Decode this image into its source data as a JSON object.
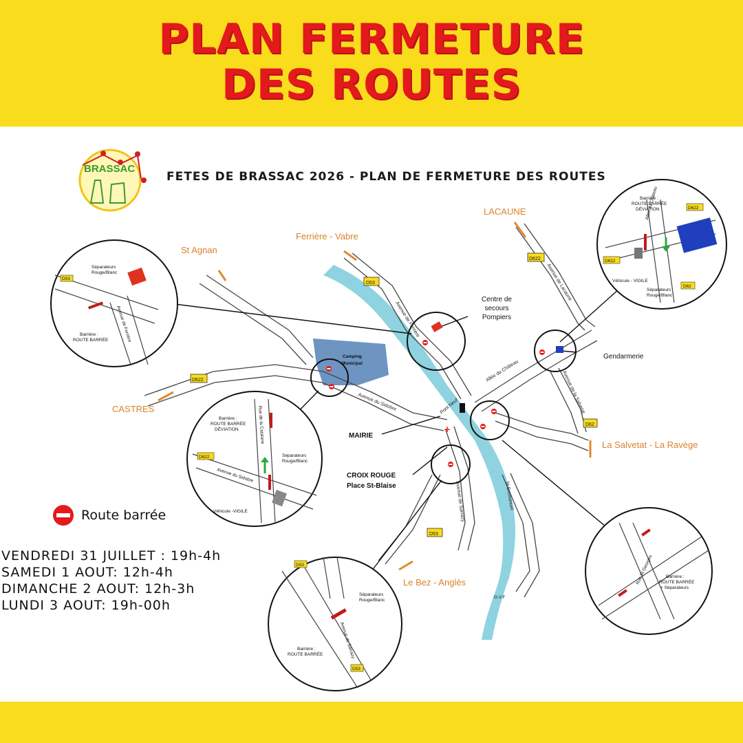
{
  "header": {
    "title_line1": "PLAN FERMETURE",
    "title_line2": "DES ROUTES"
  },
  "map": {
    "title": "FETES DE BRASSAC 2026 - PLAN DE FERMETURE DES ROUTES",
    "logo_text": "BRASSAC",
    "places": {
      "st_agnan": "St Agnan",
      "ferriere": "Ferrière - Vabre",
      "lacaune": "LACAUNE",
      "castres": "CASTRES",
      "la_salvetat": "La Salvetat - La Ravège",
      "le_bez": "Le Bez - Anglès"
    },
    "labels": {
      "centre_secours_1": "Centre de",
      "centre_secours_2": "secours",
      "centre_secours_3": "Pompiers",
      "gendarmerie": "Gendarmerie",
      "mairie": "MAIRIE",
      "croix_rouge": "CROIX ROUGE",
      "place_st_blaise": "Place St-Blaise",
      "camping_1": "Camping",
      "camping_2": "Municipal",
      "gvf": "G.V.F"
    },
    "roads": {
      "avenue_sidobre": "Avenue du Sidobre",
      "allee_chateau": "Allée du Château",
      "avenue_lacaune": "Avenue de Lacaune",
      "avenue_sarrazy": "Avenue de Sarrazy",
      "avenue_ferriere": "Avenue de Ferrière",
      "pont_neuf": "Pont Neuf",
      "rue_catalane": "Rue de la Catalane",
      "avenue_salvetat": "Avenue de la Salvetat",
      "st_emmanuel": "St Emmanuel"
    },
    "road_tags": {
      "d53": "D53",
      "d622": "D622",
      "d62": "D62"
    },
    "insets": {
      "barriere": "Barrière :",
      "route_barree": "ROUTE BARRÉE",
      "deviation": "DÉVIATION",
      "separateurs_1": "Séparateurs",
      "separateurs_2": "Rouge/Blanc",
      "vehicule_vigile": "Véhicule - VIGILE",
      "vehicule_vigile_2": "Véhicule -VIGILE",
      "plus_separateurs": "+ Séparateurs",
      "avenue_ferriere_inset": "Avenue de Ferrière",
      "allee_chateau_inset": "Allée du Château",
      "avenue_sidobre_inset": "Avenue du Sidobre",
      "rue_catalane_inset": "Rue de la Catalane",
      "avenue_sarrazy_inset": "Avenue de Sarrazy",
      "rue_st_georges": "Rue St Georges"
    }
  },
  "legend": {
    "label": "Route barrée",
    "icon": "no-entry-icon",
    "icon_color": "#e3191b"
  },
  "schedule": [
    "VENDREDI 31 JUILLET : 19h-4h",
    "SAMEDI 1 AOUT: 12h-4h",
    "DIMANCHE 2 AOUT: 12h-3h",
    "LUNDI 3 AOUT: 19h-00h"
  ],
  "colors": {
    "brand_yellow": "#f9dc1c",
    "title_red": "#e3191b",
    "river": "#8fd3e0",
    "camping": "#6e94c2",
    "gendarmerie": "#1f3fbf",
    "pompiers": "#e03020",
    "arrow_orange": "#e08a2c",
    "arrow_green": "#2aa83a"
  }
}
